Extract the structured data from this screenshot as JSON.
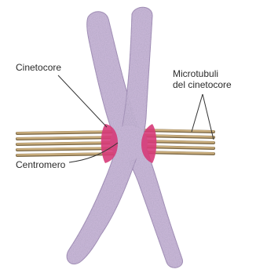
{
  "labels": {
    "kinetochore": "Cinetocore",
    "microtubules_line1": "Microtubuli",
    "microtubules_line2": "del cinetocore",
    "centromere": "Centromero"
  },
  "colors": {
    "chromatid": "#c7b6d6",
    "chromatid_outline": "#9a86b0",
    "chromatid_texture": "#8f7ba8",
    "microtubule": "#c8ac7c",
    "microtubule_dark": "#7e6a48",
    "kinetochore": "#d63a78",
    "leader_line": "#333333",
    "text": "#2b2b2b"
  }
}
